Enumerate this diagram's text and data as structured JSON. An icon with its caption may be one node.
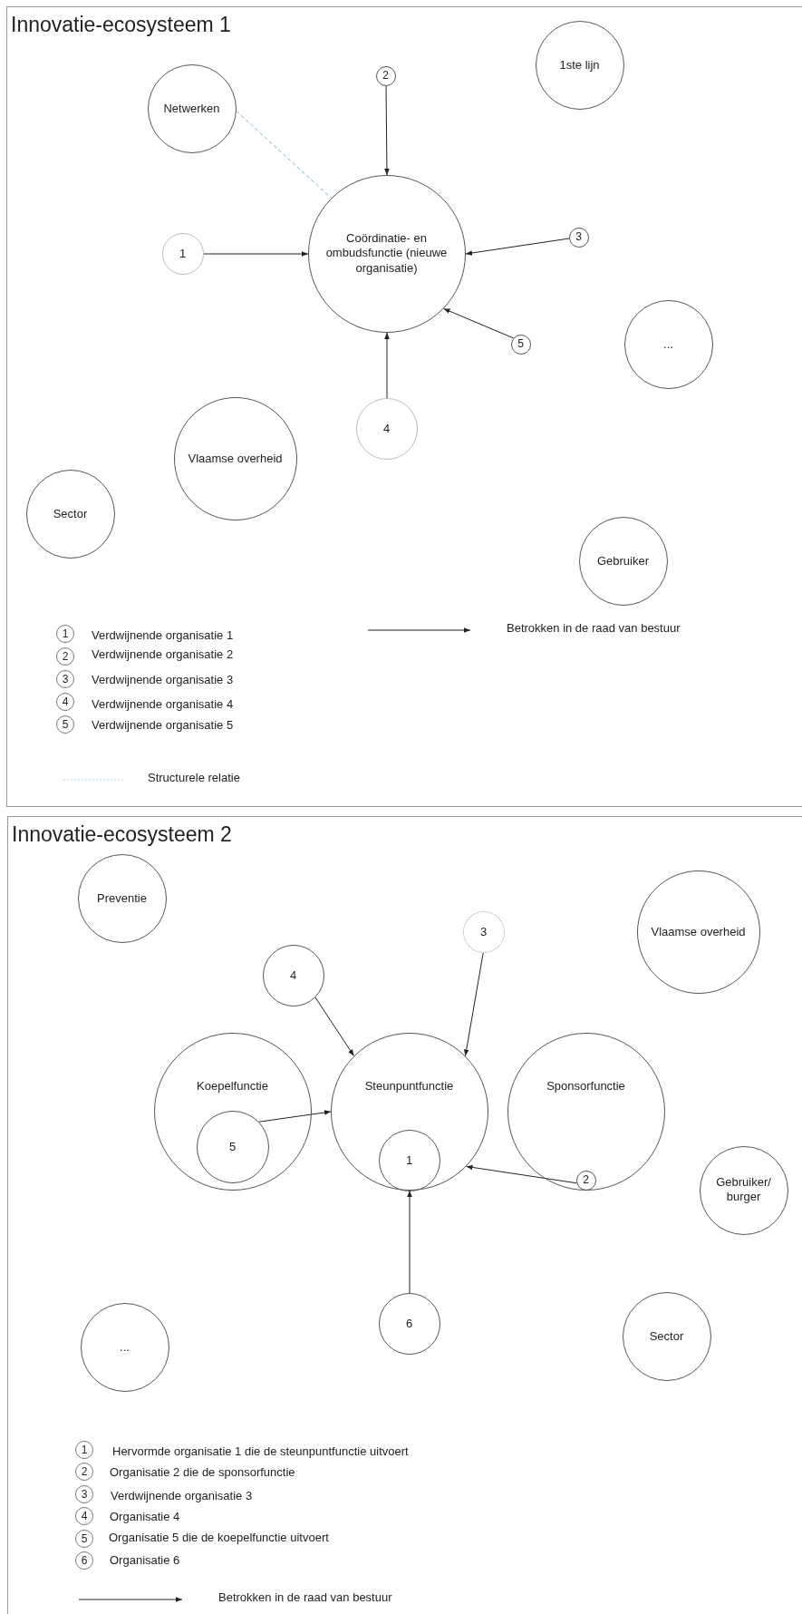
{
  "diagram": {
    "nodes": [
      {
        "text": [
          "Innovatie-ecosysteem 1"
        ]
      },
      {
        "text": [
          "1ste lijn"
        ],
        "in": 0
      },
      {
        "text": [
          "2"
        ],
        "in": 0
      },
      {
        "text": [
          "Netwerken"
        ],
        "in": 0
      },
      {
        "text": [
          "Coördinatie- en ombudsfunctie (nieuwe organisatie)"
        ],
        "in": 0
      },
      {
        "text": [
          "1"
        ],
        "in": 0
      },
      {
        "text": [
          "3"
        ],
        "in": 0
      },
      {
        "text": [
          "5"
        ],
        "in": 0
      },
      {
        "text": [
          "..."
        ],
        "in": 0
      },
      {
        "text": [
          "4"
        ],
        "in": 0
      },
      {
        "text": [
          "Vlaamse overheid"
        ],
        "in": 0
      },
      {
        "text": [
          "Sector"
        ],
        "in": 0
      },
      {
        "text": [
          "Gebruiker"
        ],
        "in": 0
      },
      {
        "text": [
          "Innovatie-ecosysteem 2"
        ]
      },
      {
        "text": [
          "Preventie"
        ],
        "in": 13
      },
      {
        "text": [
          "3"
        ],
        "in": 13
      },
      {
        "text": [
          "Vlaamse overheid"
        ],
        "in": 13
      },
      {
        "text": [
          "4"
        ],
        "in": 13
      },
      {
        "text": [
          "Koepelfunctie"
        ],
        "in": 13
      },
      {
        "text": [
          "5"
        ],
        "in": 18
      },
      {
        "text": [
          "Steunpuntfunctie"
        ],
        "in": 13
      },
      {
        "text": [
          "1"
        ],
        "in": 20
      },
      {
        "text": [
          "Sponsorfunctie"
        ],
        "in": 13
      },
      {
        "text": [
          "2"
        ],
        "in": 22
      },
      {
        "text": [
          "Gebruiker/ burger"
        ],
        "in": 13
      },
      {
        "text": [
          "6"
        ],
        "in": 13
      },
      {
        "text": [
          "..."
        ],
        "in": 13
      },
      {
        "text": [
          "Sector"
        ],
        "in": 13
      }
    ],
    "edges": [
      {
        "from": 2,
        "to": 4,
        "arrow": "to"
      },
      {
        "from": 5,
        "to": 4,
        "arrow": "to"
      },
      {
        "from": 6,
        "to": 4,
        "arrow": "to"
      },
      {
        "from": 7,
        "to": 4,
        "arrow": "to"
      },
      {
        "from": 9,
        "to": 4,
        "arrow": "to"
      },
      {
        "from": 3,
        "to": 4,
        "arrow": "none",
        "style": "dashed",
        "color": "#6fb3d6"
      },
      {
        "from": 17,
        "to": 20,
        "arrow": "to"
      },
      {
        "from": 15,
        "to": 20,
        "arrow": "to"
      },
      {
        "from": 19,
        "to": 20,
        "arrow": "to"
      },
      {
        "from": 23,
        "to": 20,
        "arrow": "to"
      },
      {
        "from": 25,
        "to": 20,
        "arrow": "to"
      }
    ],
    "labels": [
      "1",
      "Verdwijnende organisatie 1",
      "2",
      "Verdwijnende organisatie 2",
      "3",
      "Verdwijnende organisatie 3",
      "4",
      "Verdwijnende organisatie 4",
      "5",
      "Verdwijnende organisatie 5",
      "1",
      "Hervormde organisatie 1 die de steunpuntfunctie uitvoert",
      "2",
      "Organisatie 2 die de sponsorfunctie",
      "3",
      "Verdwijnende organisatie 3",
      "4",
      "Organisatie 4",
      "5",
      "Organisatie 5 die de koepelfunctie uitvoert",
      "6",
      "Organisatie 6"
    ],
    "legend": [
      {
        "text": "Betrokken in de raad van bestuur"
      },
      {
        "text": "Structurele relatie"
      },
      {
        "text": "Betrokken in de raad van bestuur"
      }
    ]
  }
}
